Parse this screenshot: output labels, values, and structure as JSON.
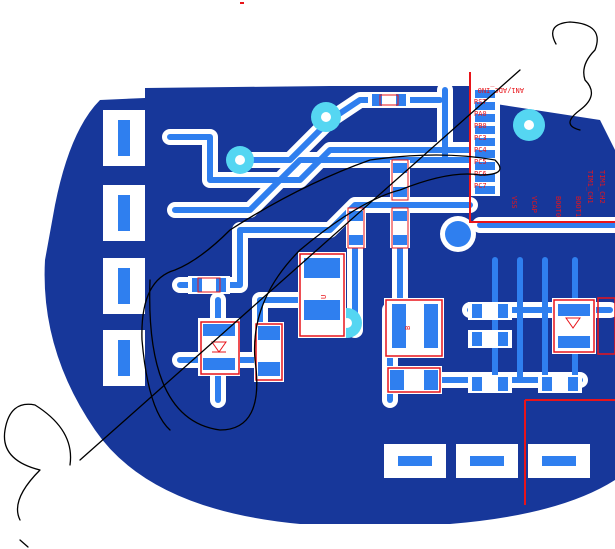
{
  "view": {
    "title": "PCB layout view",
    "colors": {
      "background": "#ffffff",
      "copper_pour": "#17379a",
      "trace": "#2f7fef",
      "pad_fill": "#ffffff",
      "via": "#55d6f2",
      "silkscreen": "#e8141a",
      "annotation": "#000000"
    }
  },
  "silkscreen_labels": {
    "header_pins": [
      "AN1/ADC_IN0",
      "RST",
      "PA0",
      "PB0",
      "PC3",
      "PC4",
      "PC5",
      "PC6",
      "PC7"
    ],
    "channel_labels": [
      "TIM1_CH1",
      "TIM1_CH2"
    ],
    "bottom_labels": [
      "VSS",
      "VCAP",
      "BOOT0",
      "BOOT1"
    ],
    "component_u": "U",
    "component_b": "B"
  }
}
